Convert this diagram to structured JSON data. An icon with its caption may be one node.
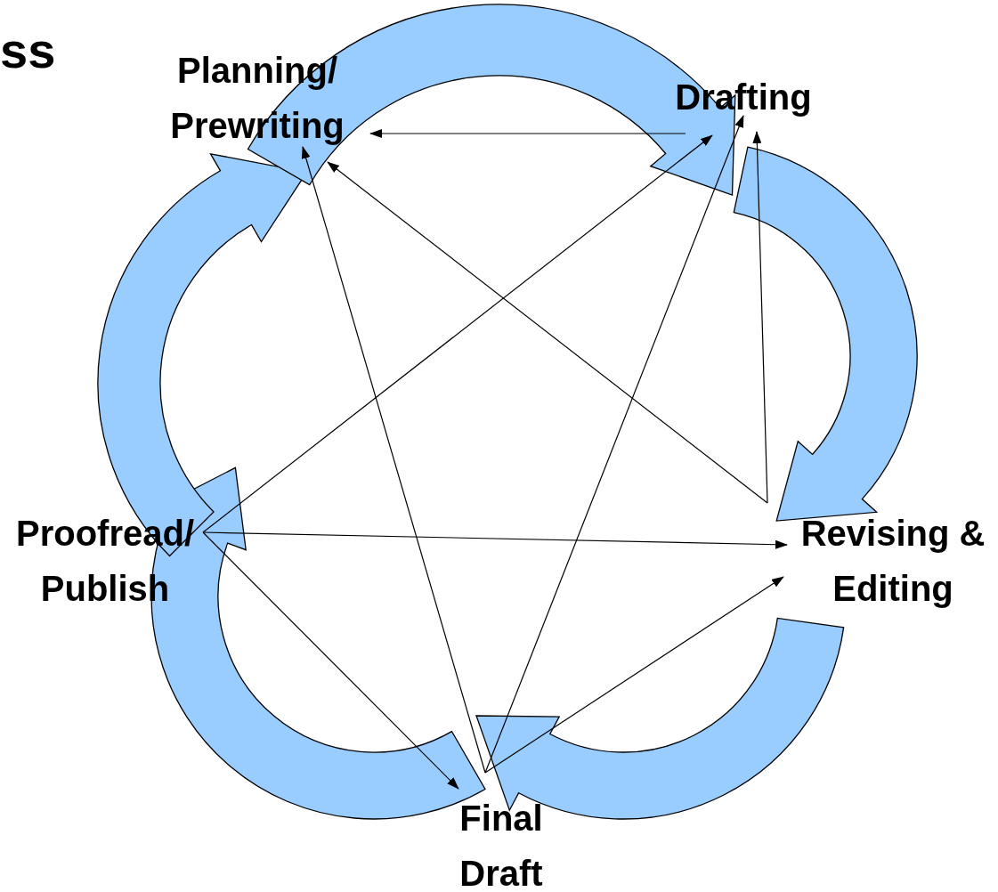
{
  "diagram": {
    "title": "ss",
    "nodes": [
      {
        "text": [
          "Planning/ Prewriting"
        ]
      },
      {
        "text": [
          "Drafting"
        ]
      },
      {
        "text": [
          "Revising & Editing"
        ]
      },
      {
        "text": [
          "Final Draft"
        ]
      },
      {
        "text": [
          "Proofread/ Publish"
        ]
      }
    ],
    "edges": [
      {
        "from": 3,
        "to": 0,
        "arrow": "to"
      },
      {
        "from": 3,
        "to": 1,
        "arrow": "to"
      },
      {
        "from": 3,
        "to": 2,
        "arrow": "to"
      },
      {
        "from": 4,
        "to": 1,
        "arrow": "to"
      },
      {
        "from": 4,
        "to": 2,
        "arrow": "to"
      },
      {
        "from": 4,
        "to": 3,
        "arrow": "to"
      },
      {
        "from": 2,
        "to": 1,
        "arrow": "to"
      },
      {
        "from": 2,
        "to": 0,
        "arrow": "to"
      },
      {
        "from": 1,
        "to": 0,
        "arrow": "to"
      }
    ]
  }
}
